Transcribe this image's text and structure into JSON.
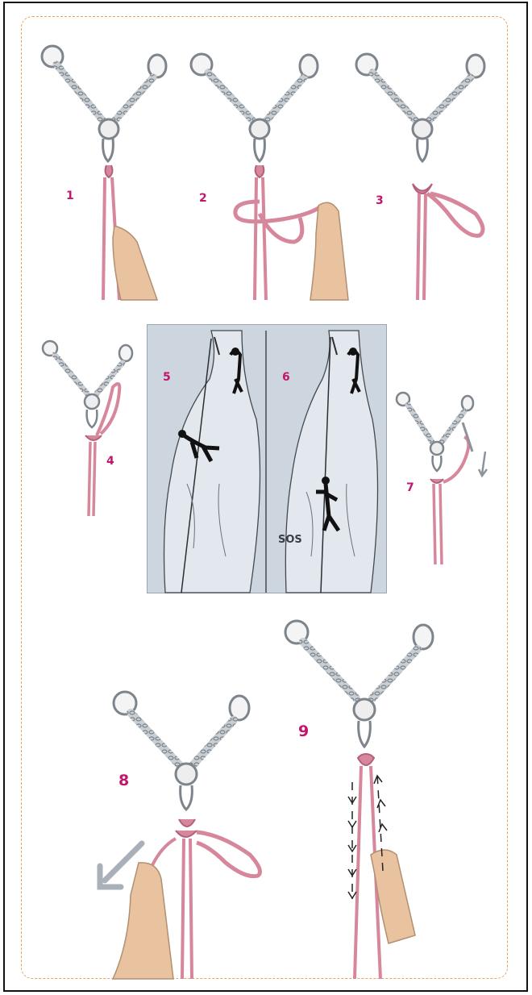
{
  "steps": {
    "s1": "1",
    "s2": "2",
    "s3": "3",
    "s4": "4",
    "s5": "5",
    "s6": "6",
    "s7": "7",
    "s8": "8",
    "s9": "9"
  },
  "panel": {
    "sos_text": "SOS"
  },
  "colors": {
    "rope": "#d7879c",
    "label": "#c0166d",
    "chain": "#8c939a",
    "skin": "#e9c39f",
    "panel_bg": "#cdd5df",
    "frame": "#e8a35a"
  }
}
